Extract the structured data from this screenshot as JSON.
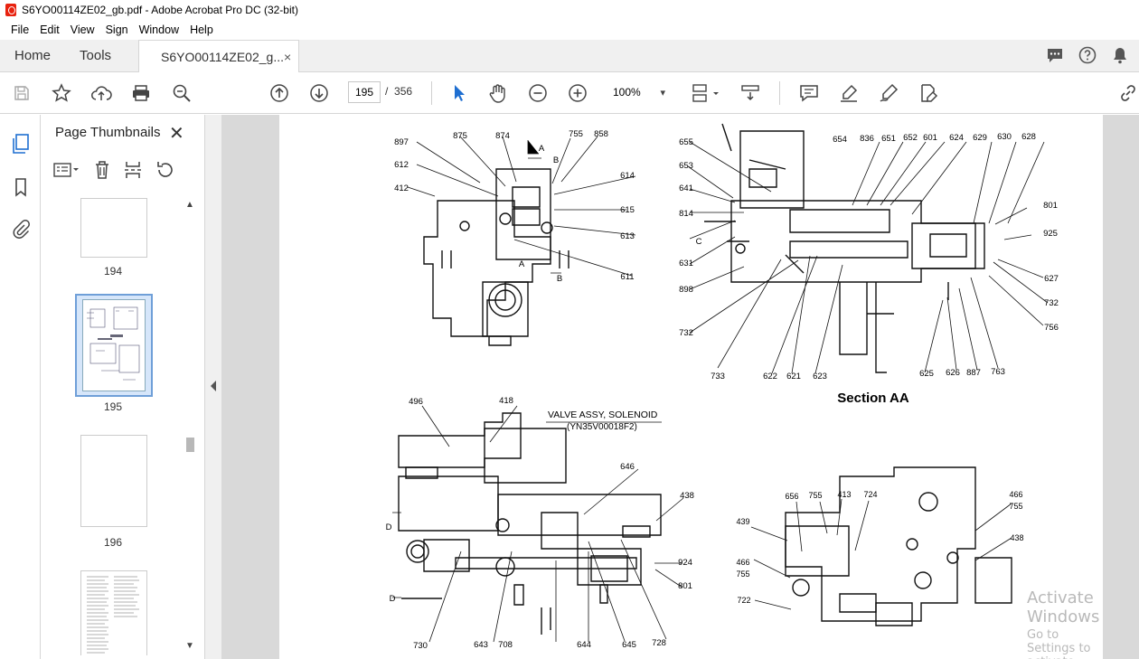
{
  "window": {
    "title": "S6YO00114ZE02_gb.pdf - Adobe Acrobat Pro DC (32-bit)"
  },
  "menu": [
    "File",
    "Edit",
    "View",
    "Sign",
    "Window",
    "Help"
  ],
  "tabs": {
    "home": "Home",
    "tools": "Tools",
    "doc": "S6YO00114ZE02_g...",
    "close": "×"
  },
  "toolbar": {
    "page_current": "195",
    "page_sep": "/",
    "page_total": "356",
    "zoom": "100%",
    "zoom_arrow": "▾"
  },
  "panel": {
    "title": "Page Thumbnails",
    "close": "✕",
    "thumbnails": [
      {
        "label": "194"
      },
      {
        "label": "195",
        "selected": true
      },
      {
        "label": "196"
      },
      {
        "label": ""
      }
    ]
  },
  "drawing": {
    "top_left": {
      "labels": [
        "897",
        "875",
        "874",
        "755",
        "858",
        "612",
        "412",
        "614",
        "615",
        "613",
        "611",
        "A",
        "B",
        "A",
        "B"
      ]
    },
    "top_right": {
      "labels": [
        "655",
        "653",
        "641",
        "814",
        "C",
        "631",
        "898",
        "732",
        "733",
        "622",
        "621",
        "623",
        "654",
        "836",
        "651",
        "652",
        "601",
        "624",
        "629",
        "630",
        "628",
        "801",
        "925",
        "627",
        "732",
        "756",
        "763",
        "887",
        "626",
        "625"
      ],
      "caption": "Section AA"
    },
    "bottom_left": {
      "labels": [
        "496",
        "418",
        "646",
        "438",
        "924",
        "801",
        "728",
        "645",
        "644",
        "708",
        "643",
        "730",
        "D",
        "D"
      ],
      "valve_line1": "VALVE ASSY, SOLENOID",
      "valve_line2": "(YN35V00018F2)"
    },
    "bottom_right": {
      "labels": [
        "656",
        "755",
        "413",
        "724",
        "466",
        "755",
        "438",
        "439",
        "466",
        "755",
        "722"
      ]
    }
  },
  "watermark": {
    "line1": "Activate Windows",
    "line2": "Go to Settings to activate Windows."
  }
}
